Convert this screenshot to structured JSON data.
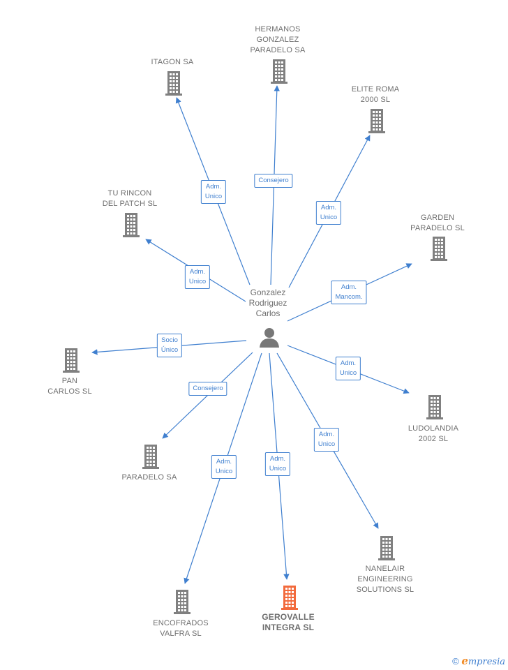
{
  "center": {
    "name": "Gonzalez\nRodriguez\nCarlos",
    "icon": "person-icon"
  },
  "colors": {
    "edge": "#3f7fcf",
    "company": "#808080",
    "highlight": "#f26a3c",
    "label_text": "#6e6e6e"
  },
  "companies": [
    {
      "id": "itagon",
      "name": "ITAGON SA",
      "highlight": false
    },
    {
      "id": "hermanos",
      "name": "HERMANOS\nGONZALEZ\nPARADELO SA",
      "highlight": false
    },
    {
      "id": "elite",
      "name": "ELITE ROMA\n2000  SL",
      "highlight": false
    },
    {
      "id": "turincon",
      "name": "TU RINCON\nDEL PATCH SL",
      "highlight": false
    },
    {
      "id": "garden",
      "name": "GARDEN\nPARADELO  SL",
      "highlight": false
    },
    {
      "id": "pan",
      "name": "PAN\nCARLOS SL",
      "highlight": false
    },
    {
      "id": "ludolandia",
      "name": "LUDOLANDIA\n2002 SL",
      "highlight": false
    },
    {
      "id": "paradelo",
      "name": "PARADELO SA",
      "highlight": false
    },
    {
      "id": "nanelair",
      "name": "NANELAIR\nENGINEERING\nSOLUTIONS  SL",
      "highlight": false
    },
    {
      "id": "encofrados",
      "name": "ENCOFRADOS\nVALFRA  SL",
      "highlight": false
    },
    {
      "id": "gerovalle",
      "name": "GEROVALLE\nINTEGRA  SL",
      "highlight": true
    }
  ],
  "relations": [
    {
      "to": "itagon",
      "label": "Adm.\nUnico"
    },
    {
      "to": "hermanos",
      "label": "Consejero"
    },
    {
      "to": "elite",
      "label": "Adm.\nUnico"
    },
    {
      "to": "turincon",
      "label": "Adm.\nUnico"
    },
    {
      "to": "garden",
      "label": "Adm.\nMancom."
    },
    {
      "to": "pan",
      "label": "Socio\nÚnico"
    },
    {
      "to": "ludolandia",
      "label": "Adm.\nUnico"
    },
    {
      "to": "paradelo",
      "label": "Consejero"
    },
    {
      "to": "nanelair",
      "label": "Adm.\nUnico"
    },
    {
      "to": "encofrados",
      "label": "Adm.\nUnico"
    },
    {
      "to": "gerovalle",
      "label": "Adm.\nUnico"
    }
  ],
  "footer": {
    "copyright": "©",
    "brand_initial": "e",
    "brand_rest": "mpresia"
  }
}
